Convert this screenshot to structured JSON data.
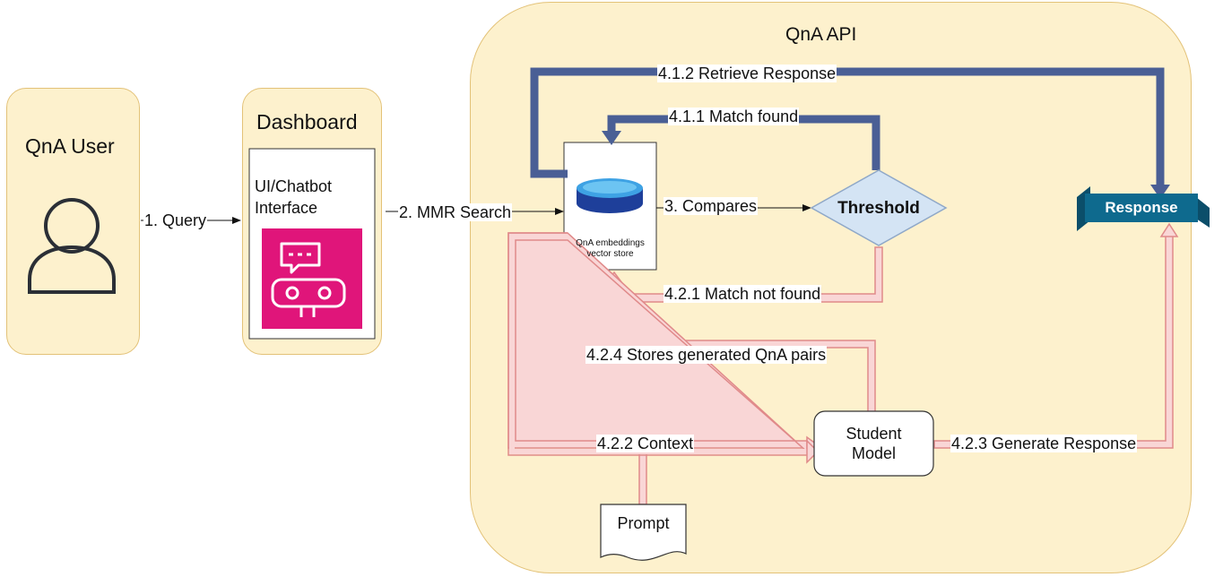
{
  "user_panel": {
    "title": "QnA User",
    "icon": "user-icon"
  },
  "dashboard": {
    "title": "Dashboard",
    "interface_label": "UI/Chatbot\nInterface",
    "icon": "chatbot-icon",
    "icon_bg": "#e0157a"
  },
  "api": {
    "title": "QnA API"
  },
  "vector_store": {
    "label": "QnA embeddings\nvector store",
    "icon": "database-icon"
  },
  "threshold": {
    "label": "Threshold"
  },
  "response": {
    "label": "Response",
    "color": "#0e6a8e"
  },
  "student_model": {
    "label": "Student\nModel"
  },
  "prompt": {
    "label": "Prompt"
  },
  "edges": {
    "query": "1. Query",
    "mmr_search": "2. MMR Search",
    "compares": "3. Compares",
    "match_found": "4.1.1  Match found",
    "retrieve_response": "4.1.2  Retrieve Response",
    "match_not_found": "4.2.1  Match not found",
    "context": "4.2.2 Context",
    "generate_response": "4.2.3 Generate Response",
    "stores_pairs": "4.2.4 Stores generated QnA pairs"
  },
  "colors": {
    "panel_fill": "#fdf1cd",
    "panel_border": "#e3c278",
    "blue_arrow": "#4a5f95",
    "pink_arrow_fill": "#f9d6d6",
    "pink_arrow_stroke": "#e08a8a",
    "threshold_fill": "#d4e4f4"
  }
}
